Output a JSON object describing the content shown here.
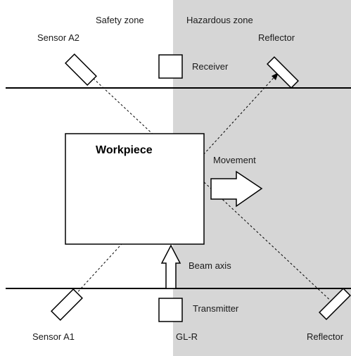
{
  "diagram": {
    "zones": {
      "safety": "Safety zone",
      "hazardous": "Hazardous zone"
    },
    "labels": {
      "sensor_a2": "Sensor A2",
      "sensor_a1": "Sensor A1",
      "reflector_top": "Reflector",
      "reflector_bottom": "Reflector",
      "receiver": "Receiver",
      "transmitter": "Transmitter",
      "workpiece": "Workpiece",
      "movement": "Movement",
      "beam_axis": "Beam axis",
      "device": "GL-R"
    },
    "colors": {
      "hazard_fill": "#d6d6d6",
      "line": "#000000"
    }
  }
}
